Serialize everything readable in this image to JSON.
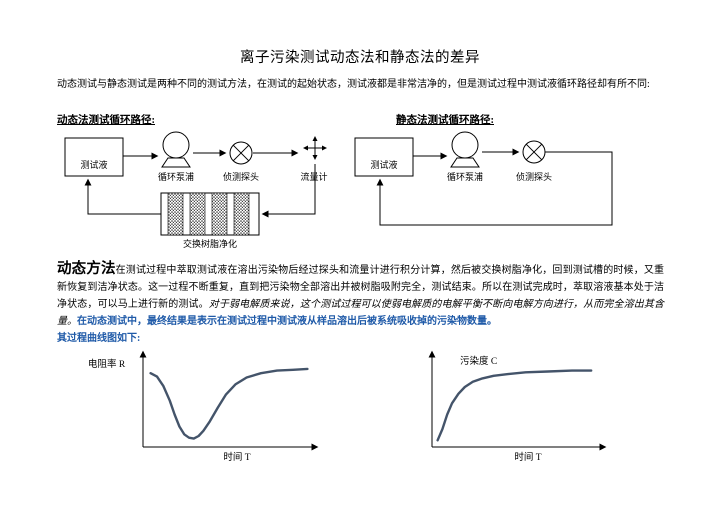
{
  "doc": {
    "title": "离子污染测试动态法和静态法的差异",
    "intro": "动态测试与静态测试是两种不同的测试方法，在测试的起始状态，测试液都是非常洁净的，但是测试过程中测试液循环路径却有所不同:"
  },
  "dynamic_diagram": {
    "heading": "动态法测试循环路径:",
    "tank_label": "测试液",
    "pump_label": "循环泵浦",
    "probe_label": "侦测探头",
    "flowmeter_label": "流量计",
    "resin_label": "交换树脂净化"
  },
  "static_diagram": {
    "heading": "静态法测试循环路径:",
    "tank_label": "测试液",
    "pump_label": "循环泵浦",
    "probe_label": "侦测探头"
  },
  "body": {
    "lead": "动态方法",
    "text_normal": "在测试过程中萃取测试液在溶出污染物后经过探头和流量计进行积分计算，然后被交换树脂净化，回到测试槽的时候，又重新恢复到洁净状态。这一过程不断重复，直到把污染物全部溶出并被树脂吸附完全，测试结束。所以在测试完成时，萃取溶液基本处于洁净状态，可以马上进行新的测试。",
    "text_italic": "对于弱电解质来说，这个测试过程可以使弱电解质的电解平衡不断向电解方向进行，从而完全溶出其含量。",
    "text_blue": "在动态测试中，最终结果是表示在测试过程中测试液从样品溶出后被系统吸收掉的污染物数量。",
    "text_blue_tail": "其过程曲线图如下:"
  },
  "colors": {
    "body_text": "#000000",
    "emphasis_blue": "#1f5aa8",
    "curve_stroke": "#44546a"
  },
  "chart_data": [
    {
      "type": "line",
      "title": "",
      "xlabel": "时间 T",
      "ylabel": "电阻率 R",
      "note": "qualitative sketch, no tick labels; arrows on both axes; points normalized 0-1 with y measured down from plot top",
      "points": [
        [
          0.01,
          0.2
        ],
        [
          0.05,
          0.24
        ],
        [
          0.09,
          0.35
        ],
        [
          0.13,
          0.52
        ],
        [
          0.16,
          0.68
        ],
        [
          0.19,
          0.82
        ],
        [
          0.22,
          0.91
        ],
        [
          0.25,
          0.95
        ],
        [
          0.28,
          0.96
        ],
        [
          0.31,
          0.93
        ],
        [
          0.34,
          0.87
        ],
        [
          0.38,
          0.76
        ],
        [
          0.43,
          0.6
        ],
        [
          0.48,
          0.45
        ],
        [
          0.54,
          0.33
        ],
        [
          0.61,
          0.25
        ],
        [
          0.7,
          0.2
        ],
        [
          0.8,
          0.17
        ],
        [
          0.9,
          0.16
        ],
        [
          0.99,
          0.15
        ]
      ]
    },
    {
      "type": "line",
      "title": "",
      "xlabel": "时间 T",
      "ylabel": "污染度 C",
      "note": "qualitative sketch, no tick labels; arrows on both axes; points normalized 0-1 with y measured down from plot top",
      "points": [
        [
          0.01,
          0.98
        ],
        [
          0.04,
          0.85
        ],
        [
          0.07,
          0.68
        ],
        [
          0.1,
          0.55
        ],
        [
          0.14,
          0.44
        ],
        [
          0.18,
          0.36
        ],
        [
          0.23,
          0.3
        ],
        [
          0.29,
          0.26
        ],
        [
          0.36,
          0.23
        ],
        [
          0.45,
          0.21
        ],
        [
          0.56,
          0.19
        ],
        [
          0.7,
          0.18
        ],
        [
          0.85,
          0.17
        ],
        [
          0.97,
          0.17
        ]
      ]
    }
  ]
}
